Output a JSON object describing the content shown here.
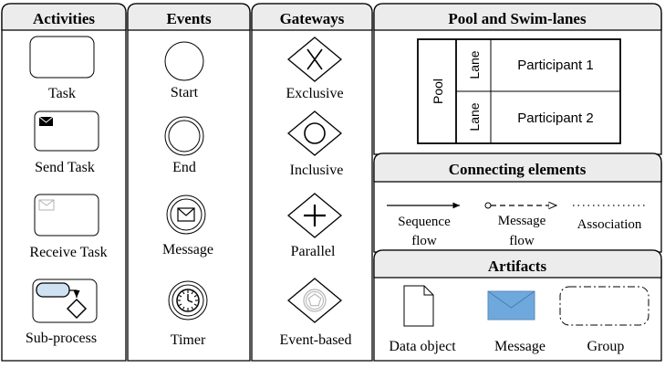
{
  "columns": {
    "activities": {
      "header": "Activities",
      "items": [
        "Task",
        "Send Task",
        "Receive Task",
        "Sub-process"
      ]
    },
    "events": {
      "header": "Events",
      "items": [
        "Start",
        "End",
        "Message",
        "Timer"
      ]
    },
    "gateways": {
      "header": "Gateways",
      "items": [
        "Exclusive",
        "Inclusive",
        "Parallel",
        "Event-based"
      ]
    }
  },
  "pool": {
    "header": "Pool and Swim-lanes",
    "pool_label": "Pool",
    "lane_label": "Lane",
    "participants": [
      "Participant 1",
      "Participant 2"
    ]
  },
  "connecting": {
    "header": "Connecting elements",
    "sequence": [
      "Sequence",
      "flow"
    ],
    "message": [
      "Message",
      "flow"
    ],
    "association": "Association"
  },
  "artifacts": {
    "header": "Artifacts",
    "items": [
      "Data object",
      "Message",
      "Group"
    ]
  },
  "colors": {
    "header_fill": "#ececec",
    "stroke": "#000000",
    "message_fill": "#6fa8dc",
    "faded_stroke": "#b3b3b3"
  }
}
